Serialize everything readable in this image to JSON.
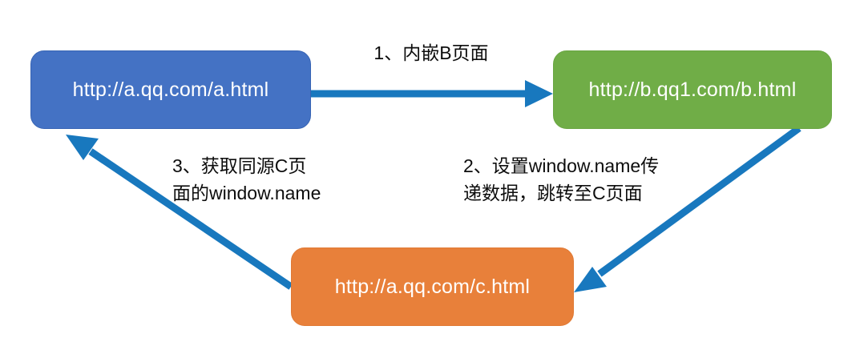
{
  "diagram": {
    "title": "window.name cross-domain data flow",
    "colors": {
      "node_a": "#4472C4",
      "node_b": "#70AD47",
      "node_c": "#E8803A",
      "arrow": "#1878BE",
      "node_text": "#FFFFFF",
      "label_text": "#0D0D0D",
      "background": "#FFFFFF"
    },
    "nodes": [
      {
        "id": "a",
        "label": "http://a.qq.com/a.html",
        "color": "#4472C4"
      },
      {
        "id": "b",
        "label": "http://b.qq1.com/b.html",
        "color": "#70AD47"
      },
      {
        "id": "c",
        "label": "http://a.qq.com/c.html",
        "color": "#E8803A"
      }
    ],
    "edges": [
      {
        "id": "edge-1",
        "from": "a",
        "to": "b",
        "label": "1、内嵌B页面"
      },
      {
        "id": "edge-2",
        "from": "b",
        "to": "c",
        "label": "2、设置window.name传\n递数据，跳转至C页面"
      },
      {
        "id": "edge-3",
        "from": "c",
        "to": "a",
        "label": "3、获取同源C页\n面的window.name"
      }
    ]
  }
}
